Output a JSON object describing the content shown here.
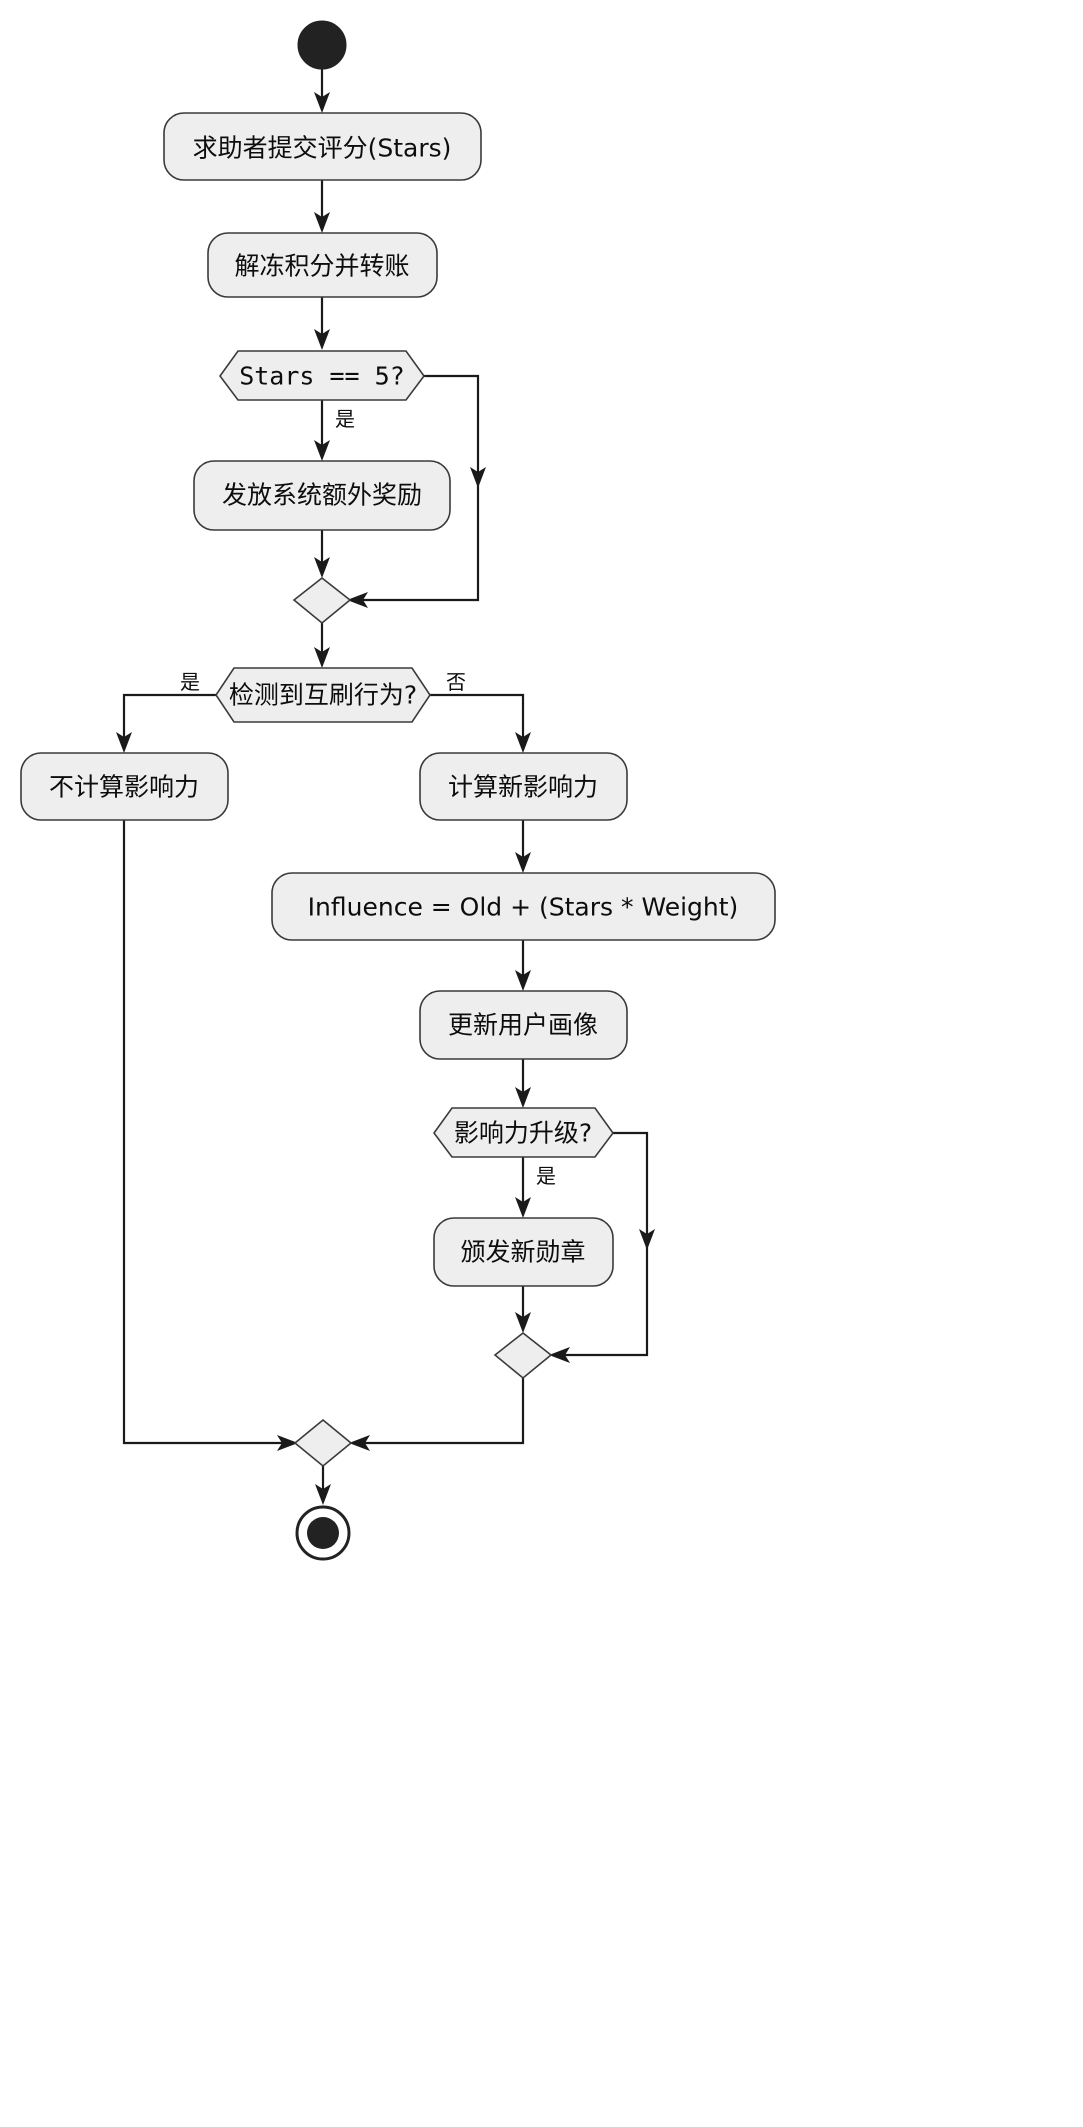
{
  "diagram": {
    "type": "uml-activity-diagram",
    "title": "",
    "background_color": "#FFFFFF",
    "node_fill": "#EEEEEE",
    "node_stroke": "#3A3A3A",
    "edge_color": "#1A1A1A",
    "text_color": "#0D0D0D",
    "nodes": {
      "start": {
        "kind": "start",
        "label": ""
      },
      "submit_rating": {
        "kind": "activity",
        "label": "求助者提交评分(Stars)"
      },
      "unfreeze_transfer": {
        "kind": "activity",
        "label": "解冻积分并转账"
      },
      "stars_eq_5": {
        "kind": "decision",
        "label": "Stars == 5?",
        "font": "mono"
      },
      "extra_reward": {
        "kind": "activity",
        "label": "发放系统额外奖励"
      },
      "merge_stars": {
        "kind": "merge",
        "label": ""
      },
      "detect_brushing": {
        "kind": "decision",
        "label": "检测到互刷行为?"
      },
      "no_influence": {
        "kind": "activity",
        "label": "不计算影响力"
      },
      "calc_influence": {
        "kind": "activity",
        "label": "计算新影响力"
      },
      "influence_formula": {
        "kind": "activity",
        "label": "Influence = Old + (Stars * Weight)"
      },
      "update_profile": {
        "kind": "activity",
        "label": "更新用户画像"
      },
      "influence_upgrade": {
        "kind": "decision",
        "label": "影响力升级?"
      },
      "issue_badge": {
        "kind": "activity",
        "label": "颁发新勋章"
      },
      "merge_badge": {
        "kind": "merge",
        "label": ""
      },
      "merge_final": {
        "kind": "merge",
        "label": ""
      },
      "end": {
        "kind": "end",
        "label": ""
      }
    },
    "edge_labels": {
      "stars_yes": "是",
      "brushing_yes": "是",
      "brushing_no": "否",
      "upgrade_yes": "是"
    },
    "edges": [
      {
        "from": "start",
        "to": "submit_rating",
        "label": ""
      },
      {
        "from": "submit_rating",
        "to": "unfreeze_transfer",
        "label": ""
      },
      {
        "from": "unfreeze_transfer",
        "to": "stars_eq_5",
        "label": ""
      },
      {
        "from": "stars_eq_5",
        "to": "extra_reward",
        "label": "是"
      },
      {
        "from": "stars_eq_5",
        "to": "merge_stars",
        "label": ""
      },
      {
        "from": "extra_reward",
        "to": "merge_stars",
        "label": ""
      },
      {
        "from": "merge_stars",
        "to": "detect_brushing",
        "label": ""
      },
      {
        "from": "detect_brushing",
        "to": "no_influence",
        "label": "是"
      },
      {
        "from": "detect_brushing",
        "to": "calc_influence",
        "label": "否"
      },
      {
        "from": "calc_influence",
        "to": "influence_formula",
        "label": ""
      },
      {
        "from": "influence_formula",
        "to": "update_profile",
        "label": ""
      },
      {
        "from": "update_profile",
        "to": "influence_upgrade",
        "label": ""
      },
      {
        "from": "influence_upgrade",
        "to": "issue_badge",
        "label": "是"
      },
      {
        "from": "influence_upgrade",
        "to": "merge_badge",
        "label": ""
      },
      {
        "from": "issue_badge",
        "to": "merge_badge",
        "label": ""
      },
      {
        "from": "merge_badge",
        "to": "merge_final",
        "label": ""
      },
      {
        "from": "no_influence",
        "to": "merge_final",
        "label": ""
      },
      {
        "from": "merge_final",
        "to": "end",
        "label": ""
      }
    ]
  }
}
